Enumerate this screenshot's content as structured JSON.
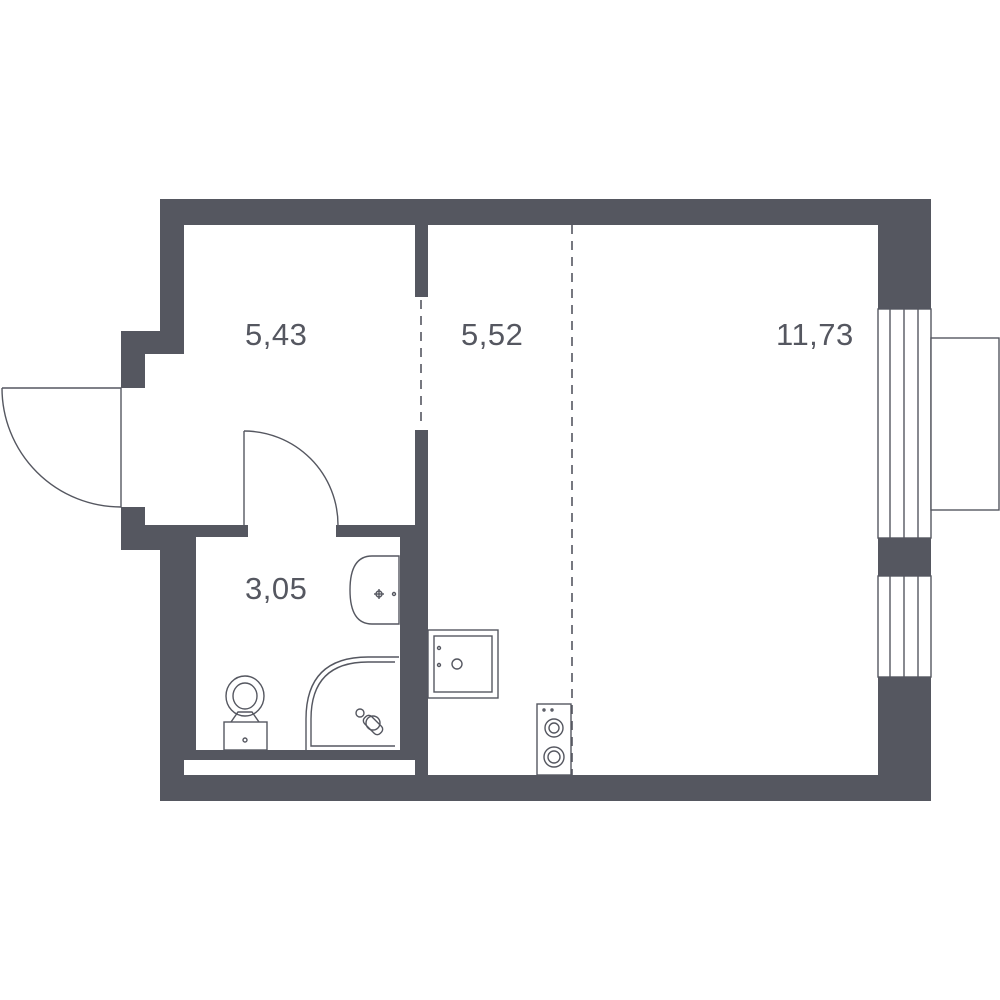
{
  "rooms": [
    {
      "id": "hallway",
      "area": "5,43"
    },
    {
      "id": "kitchen",
      "area": "5,52"
    },
    {
      "id": "living-room",
      "area": "11,73"
    },
    {
      "id": "bathroom",
      "area": "3,05"
    }
  ],
  "colors": {
    "wall": "#555760",
    "background": "#ffffff"
  },
  "icons": [
    "door-icon",
    "sink-icon",
    "toilet-icon",
    "shower-icon",
    "stove-icon",
    "washing-machine-icon",
    "window-icon",
    "balcony-icon"
  ]
}
